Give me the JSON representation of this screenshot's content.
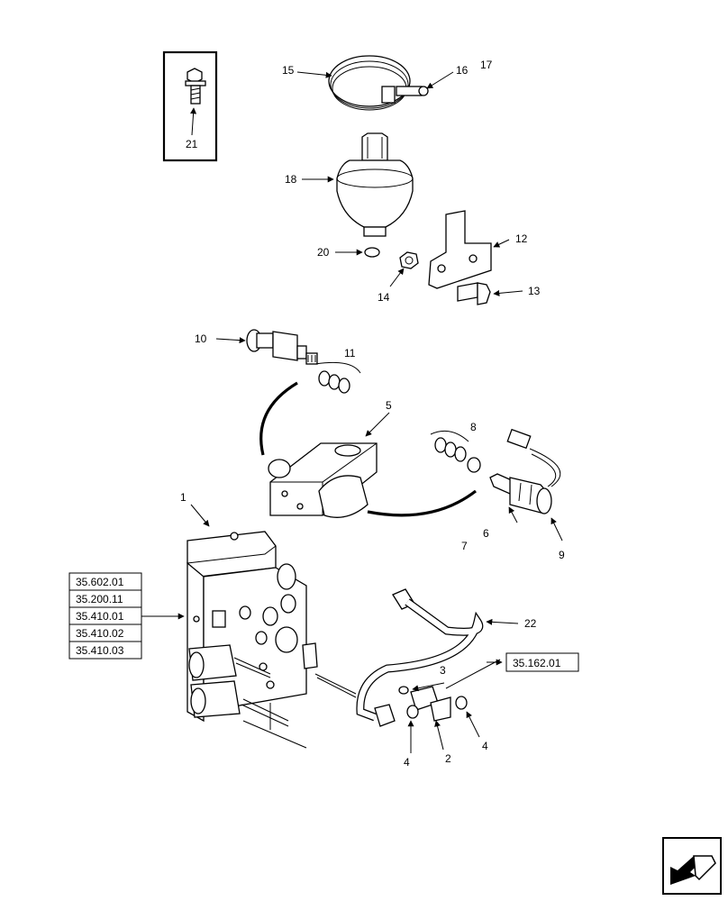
{
  "callouts": {
    "c1": "1",
    "c2": "2",
    "c3": "3",
    "c4a": "4",
    "c4b": "4",
    "c5": "5",
    "c6": "6",
    "c7": "7",
    "c8": "8",
    "c9": "9",
    "c10": "10",
    "c11": "11",
    "c12": "12",
    "c13": "13",
    "c14": "14",
    "c15": "15",
    "c16": "16",
    "c17": "17",
    "c18": "18",
    "c20": "20",
    "c21": "21",
    "c22": "22"
  },
  "references": {
    "ref1": "35.602.01",
    "ref2": "35.200.11",
    "ref3": "35.410.01",
    "ref4": "35.410.02",
    "ref5": "35.410.03",
    "ref6": "35.162.01"
  },
  "icons": {
    "navigation": "next-page-arrow-icon"
  }
}
